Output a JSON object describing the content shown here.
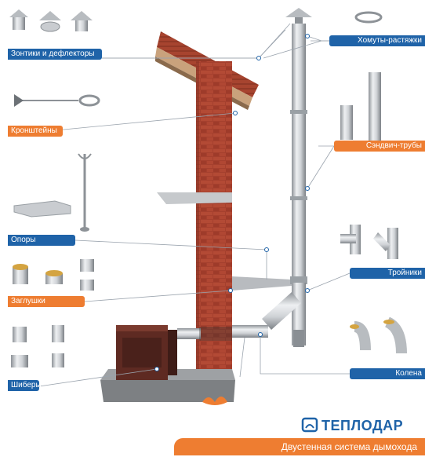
{
  "labels": {
    "umbrellas": "Зонтики и дефлекторы",
    "brackets": "Кронштейны",
    "supports": "Опоры",
    "caps": "Заглушки",
    "dampers": "Шиберы",
    "clamps": "Хомуты-растяжки",
    "sandwich": "Сэндвич-трубы",
    "tees": "Тройники",
    "elbows": "Колена"
  },
  "brand": {
    "name": "ТЕПЛОДАР",
    "tagline": "Двустенная система дымохода"
  },
  "colors": {
    "blue": "#1f63a8",
    "orange": "#ee7d31",
    "brick": "#a5402e",
    "steel": "#c9ccd0"
  }
}
